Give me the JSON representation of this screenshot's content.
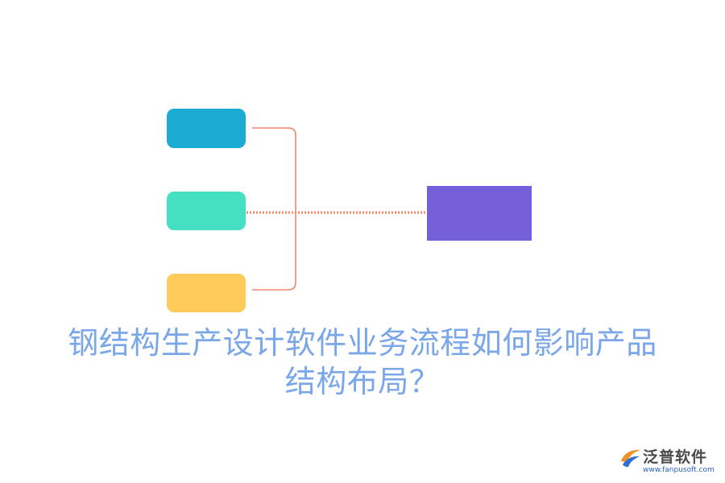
{
  "colors": {
    "node_top": "#1cacd3",
    "node_middle": "#45dfc3",
    "node_bottom": "#ffcc5c",
    "target_box": "#7660da",
    "connector": "#f0856a",
    "title": "#7aa6ea",
    "logo_name": "#4a4a4a",
    "logo_url": "#2b63c4",
    "logo_mark_orange": "#f0922a",
    "logo_mark_blue": "#2d6fd1"
  },
  "title": {
    "line1": "钢结构生产设计软件业务流程如何影响产品",
    "line2": "结构布局？"
  },
  "logo": {
    "icon": "fanpu-leaf-logo",
    "name": "泛普软件",
    "url": "www.fanpusoft.com"
  }
}
